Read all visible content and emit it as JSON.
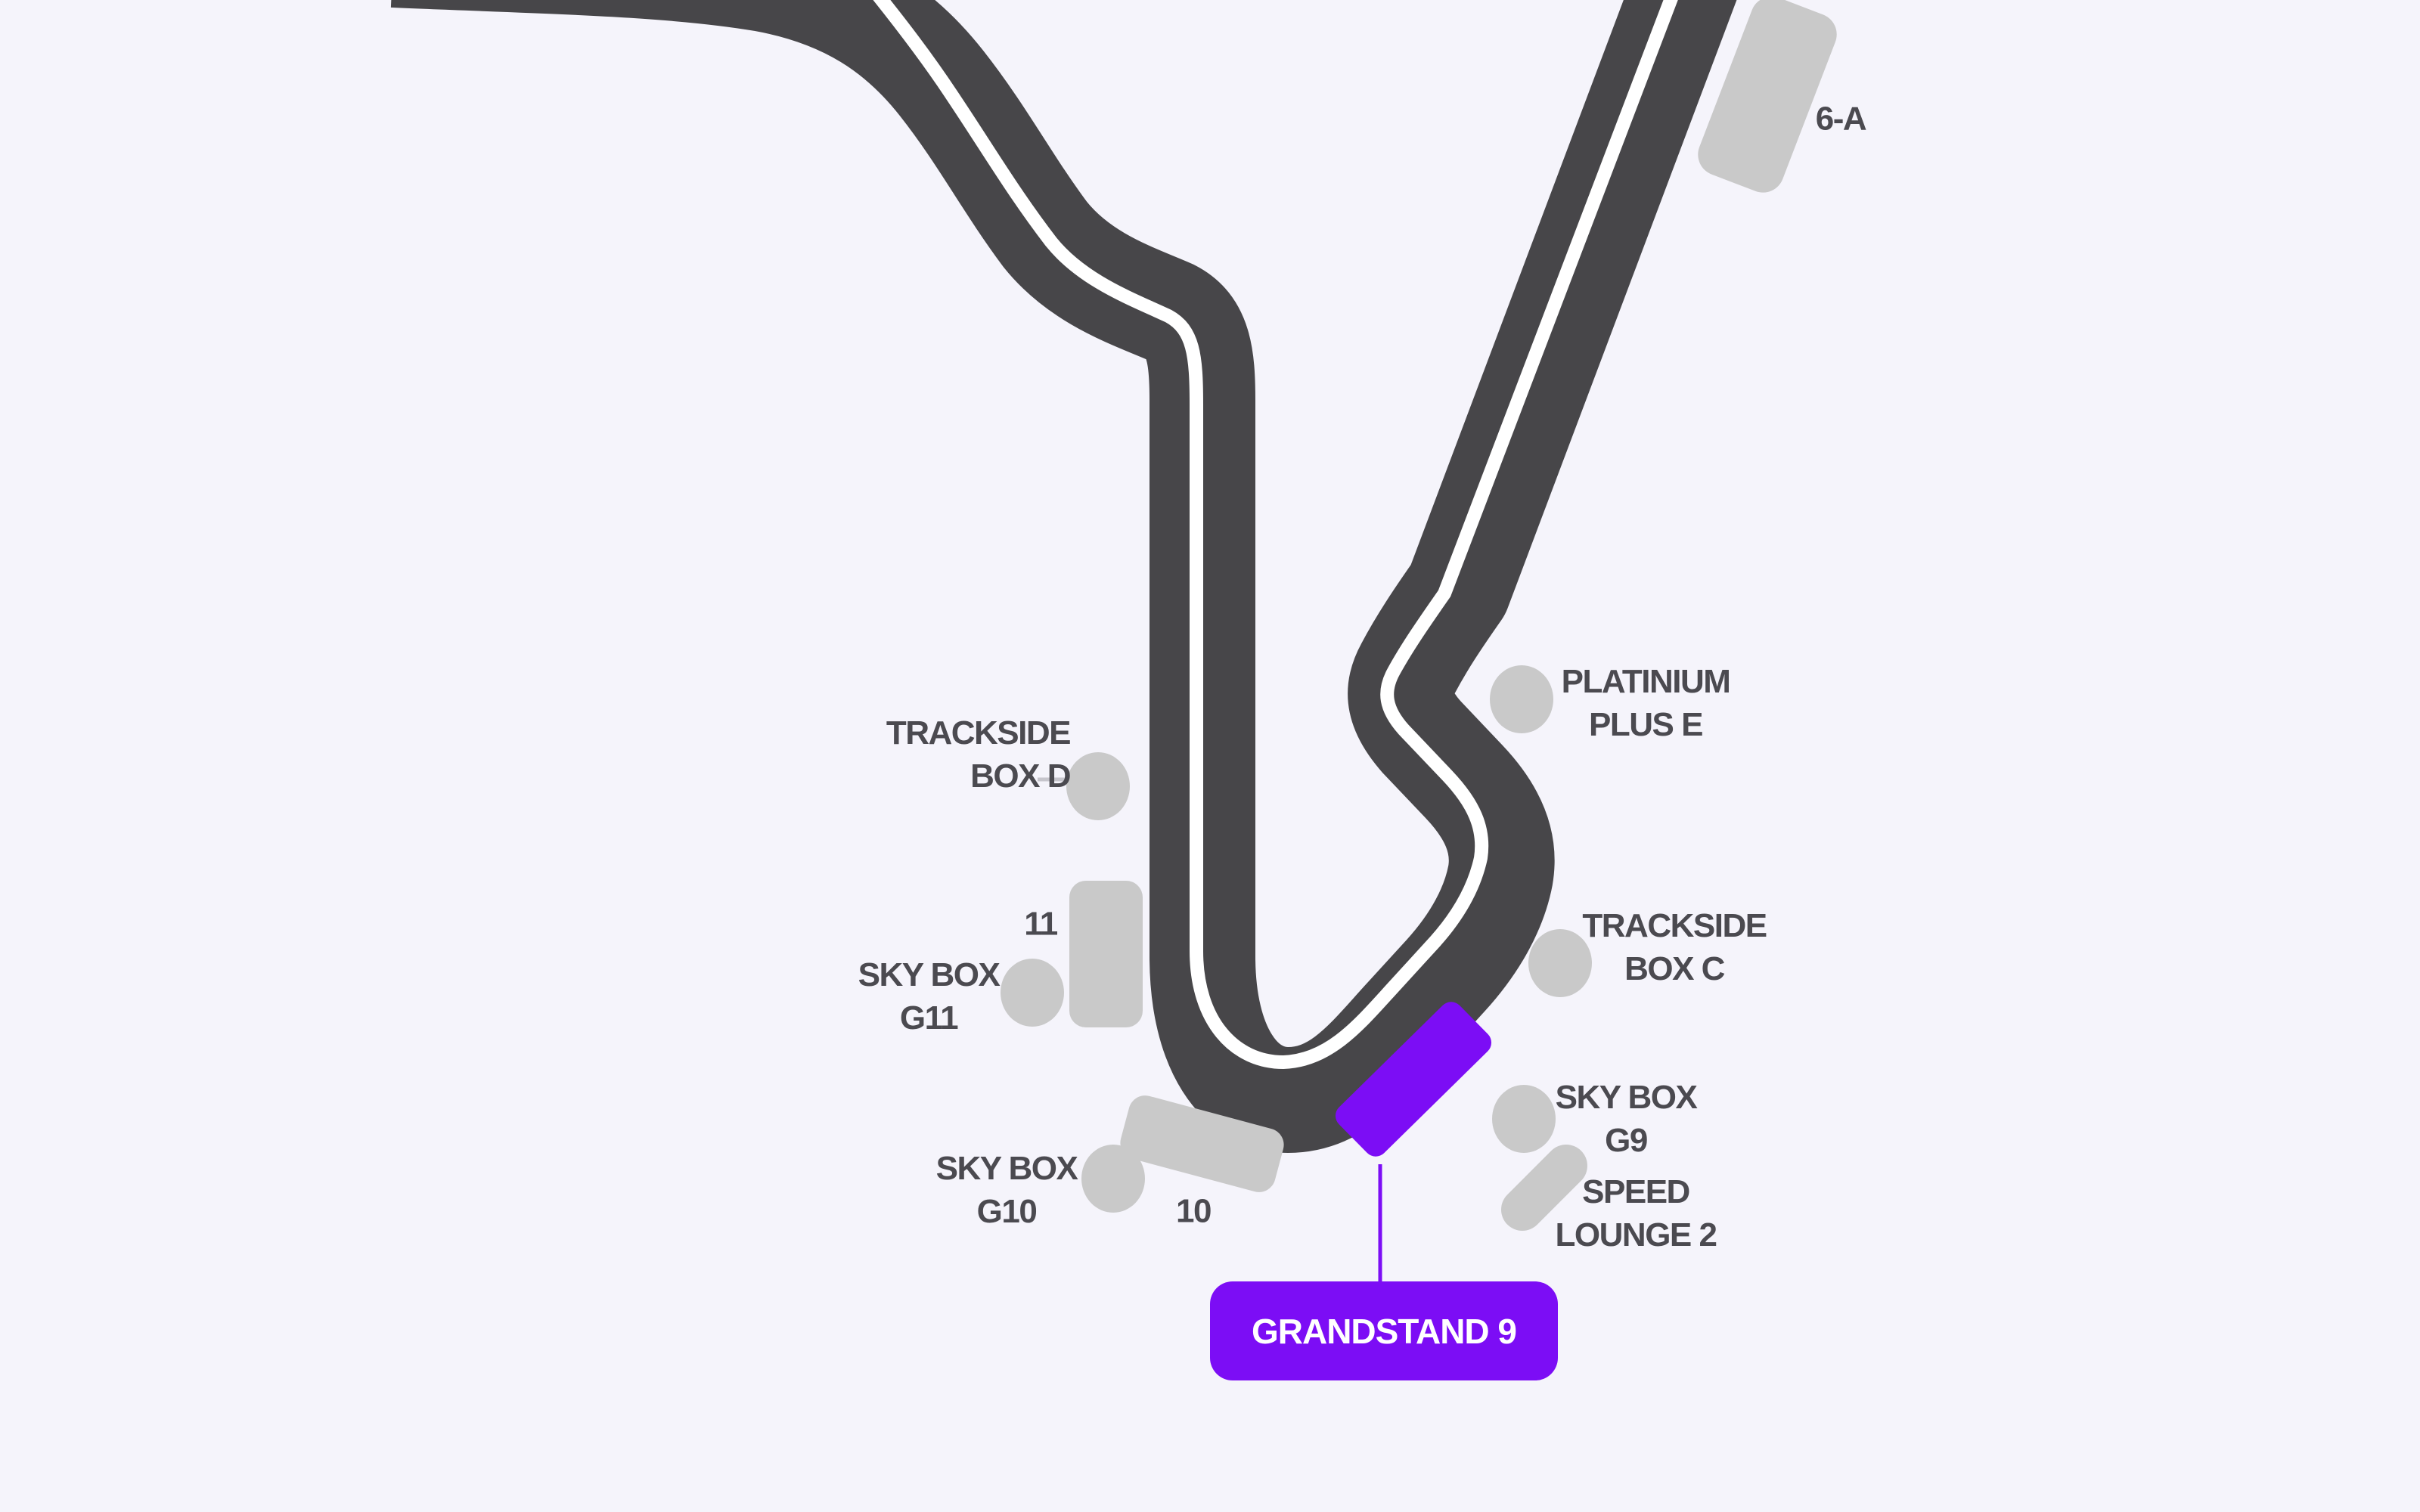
{
  "theme": {
    "background": "#f5f4fb",
    "track": "#474649",
    "racing_line": "#ffffff",
    "stand": "#c9c9c9",
    "accent": "#7c0df5",
    "label": "#4b4a50",
    "connector": "#c6c5cc",
    "button_text": "#ffffff"
  },
  "labels": {
    "stand_6a": "6-A",
    "stand_11": "11",
    "stand_10": "10",
    "trackside_box_d": {
      "line1": "TRACKSIDE",
      "line2": "BOX D"
    },
    "platinium_plus_e": {
      "line1": "PLATINIUM",
      "line2": "PLUS E"
    },
    "trackside_box_c": {
      "line1": "TRACKSIDE",
      "line2": "BOX C"
    },
    "sky_box_g9": {
      "line1": "SKY BOX",
      "line2": "G9"
    },
    "sky_box_g10": {
      "line1": "SKY BOX",
      "line2": "G10"
    },
    "sky_box_g11": {
      "line1": "SKY BOX",
      "line2": "G11"
    },
    "speed_lounge_2": {
      "line1": "SPEED",
      "line2": "LOUNGE 2"
    }
  },
  "button": {
    "grandstand_9": "GRANDSTAND 9"
  }
}
